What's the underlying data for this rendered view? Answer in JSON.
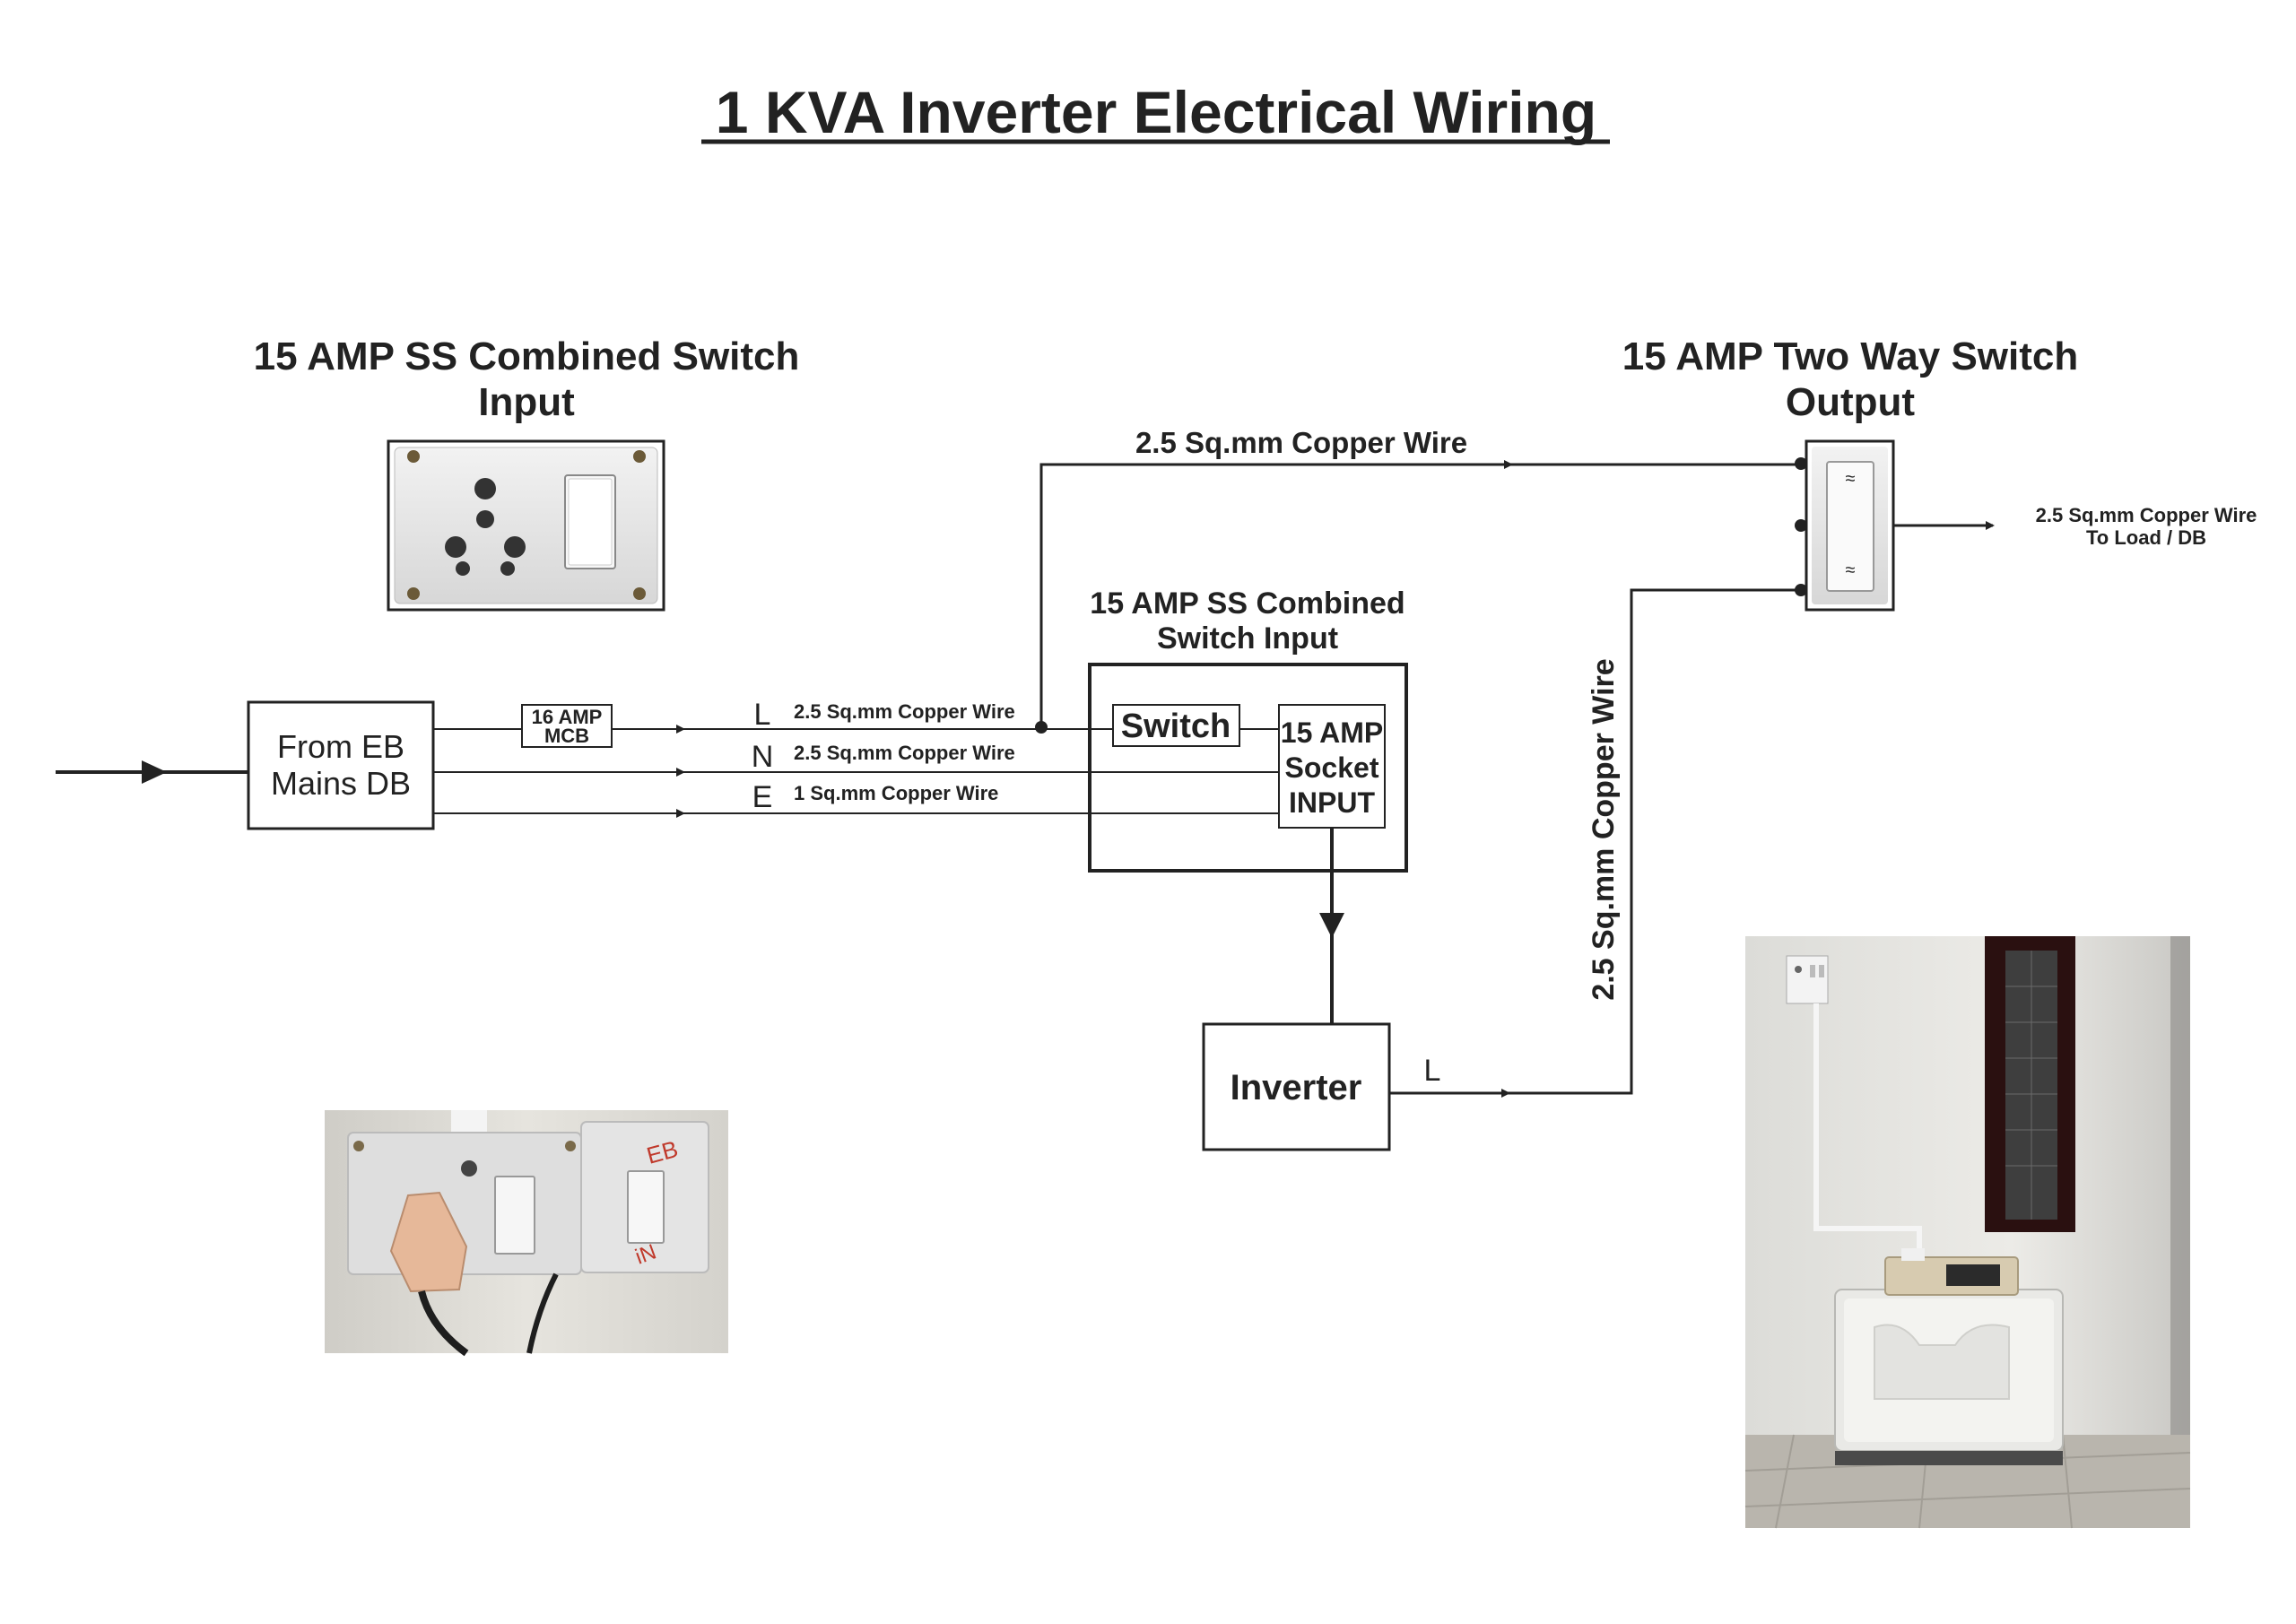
{
  "title": "1 KVA Inverter Electrical Wiring",
  "left_switch": {
    "title_line1": "15 AMP SS Combined Switch",
    "title_line2": "Input"
  },
  "right_switch": {
    "title_line1": "15 AMP Two Way Switch",
    "title_line2": "Output"
  },
  "source": {
    "line1": "From EB",
    "line2": "Mains DB"
  },
  "mcb": {
    "line1": "16 AMP",
    "line2": "MCB"
  },
  "lines": [
    {
      "letter": "L",
      "wire": "2.5 Sq.mm Copper Wire"
    },
    {
      "letter": "N",
      "wire": "2.5 Sq.mm Copper Wire"
    },
    {
      "letter": "E",
      "wire": "1 Sq.mm Copper Wire"
    }
  ],
  "center_box": {
    "title_line1": "15 AMP SS Combined",
    "title_line2": "Switch Input",
    "switch_label": "Switch",
    "socket_line1": "15 AMP",
    "socket_line2": "Socket",
    "socket_line3": "INPUT"
  },
  "top_wire_label": "2.5 Sq.mm Copper Wire",
  "output_wire": {
    "line1": "2.5 Sq.mm Copper Wire",
    "line2": "To Load / DB"
  },
  "vertical_wire_label": "2.5 Sq.mm Copper Wire",
  "inverter": {
    "label": "Inverter",
    "line_letter": "L"
  },
  "handwriting": {
    "eb": "EB",
    "in": "iN"
  }
}
